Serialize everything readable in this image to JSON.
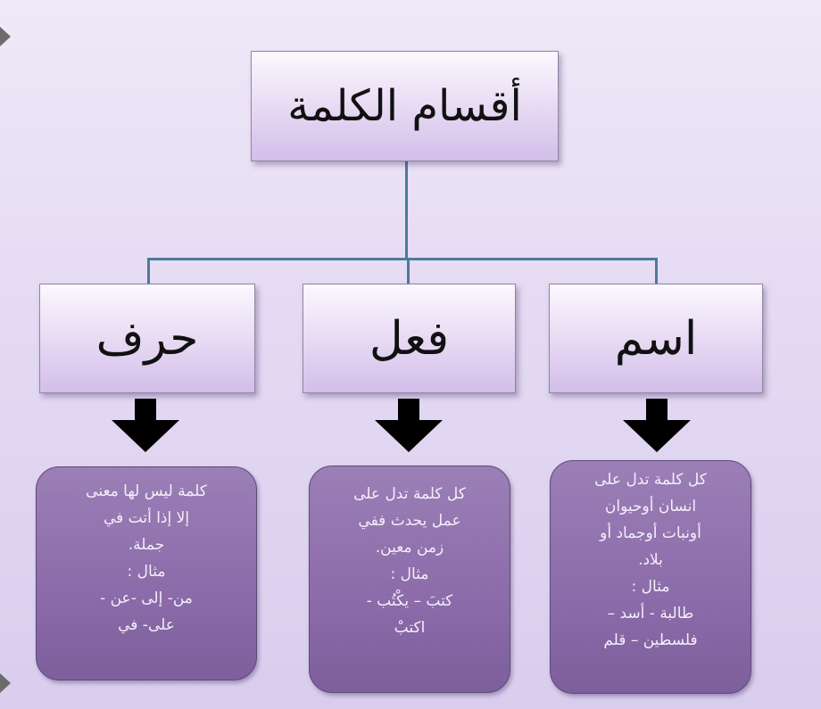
{
  "root": {
    "label": "أقسام الكلمة"
  },
  "categories": [
    {
      "id": "harf",
      "label": "حرف",
      "description": [
        "كلمة ليس لها معنى",
        "إلا إذا أتت في",
        "جملة.",
        "مثال :",
        "من- إلى -عن -",
        "على- في"
      ]
    },
    {
      "id": "fel",
      "label": "فعل",
      "description": [
        "كل كلمة تدل على",
        "عمل يحدث ففي",
        "زمن معين.",
        "مثال :",
        "كتبَ – يكْتُب -",
        "اكتبْ"
      ]
    },
    {
      "id": "ism",
      "label": "اسم",
      "description": [
        "كل كلمة تدل على",
        "انسان أوحيوان",
        "أونبات أوجماد أو",
        "بلاد.",
        "مثال :",
        "طالبة - أسد –",
        "فلسطين – قلم"
      ]
    }
  ],
  "colors": {
    "connector": "#4d7a9a",
    "arrow": "#000000",
    "card_fill": "#8b6ba9",
    "card_text": "#f4eefa"
  }
}
